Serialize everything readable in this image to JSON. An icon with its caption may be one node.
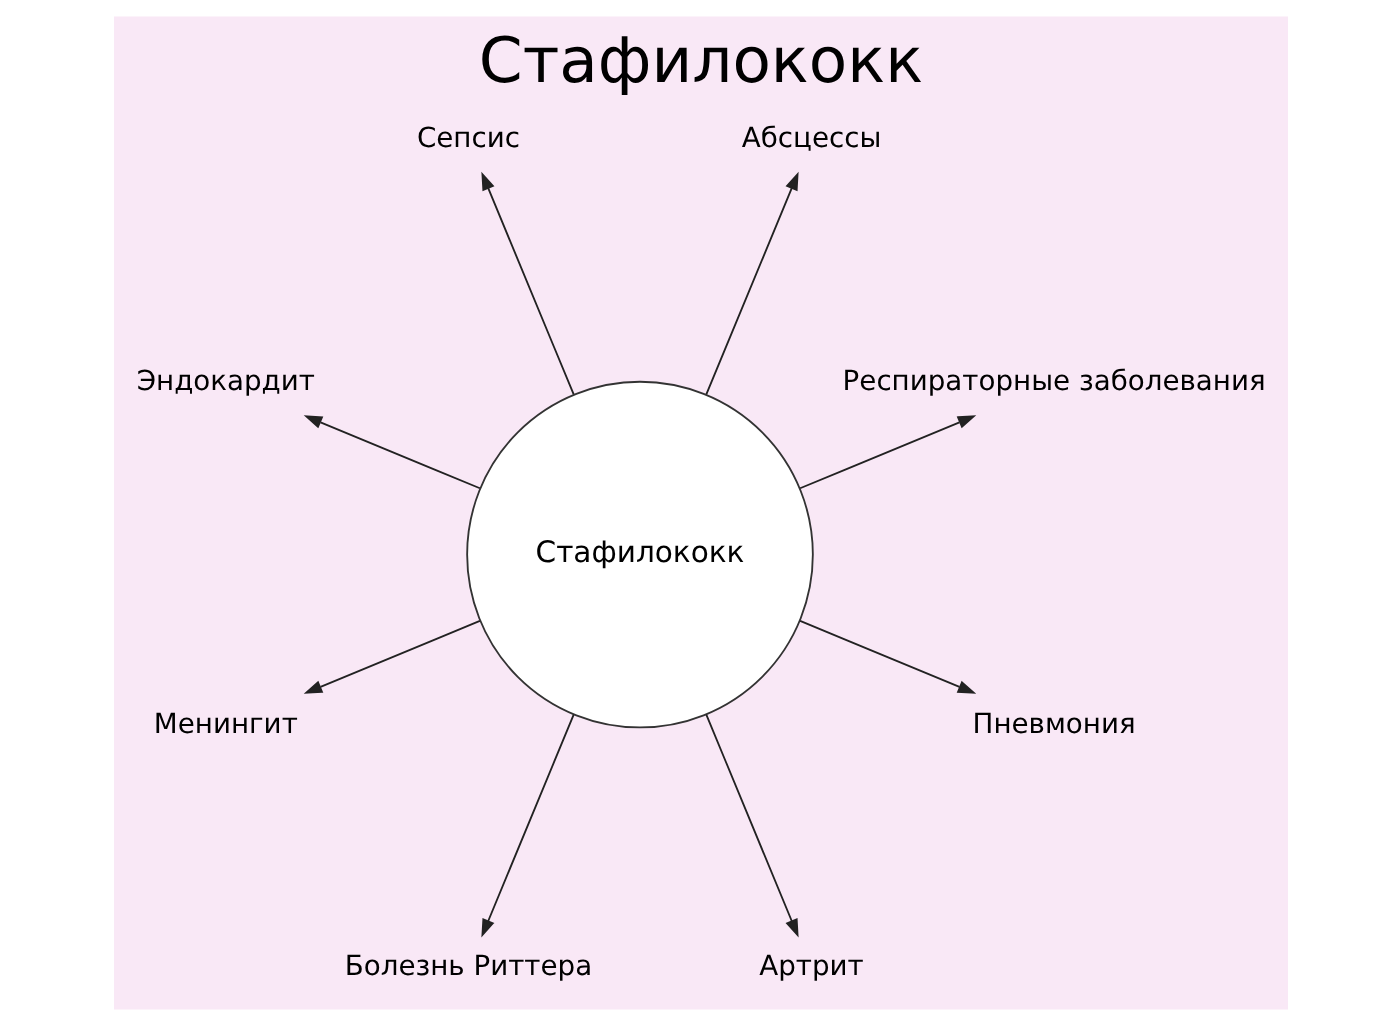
{
  "diagram": {
    "title": "Стафилококк",
    "nodes": [
      {
        "text": [
          "Стафилококк"
        ]
      },
      {
        "text": [
          "Респираторные заболевания"
        ]
      },
      {
        "text": [
          "Абсцессы"
        ]
      },
      {
        "text": [
          "Сепсис"
        ]
      },
      {
        "text": [
          "Эндокардит"
        ]
      },
      {
        "text": [
          "Менингит"
        ]
      },
      {
        "text": [
          "Болезнь Риттера"
        ]
      },
      {
        "text": [
          "Артрит"
        ]
      },
      {
        "text": [
          "Пневмония"
        ]
      }
    ],
    "edges": [
      {
        "from": 0,
        "to": 1,
        "arrow": "to"
      },
      {
        "from": 0,
        "to": 2,
        "arrow": "to"
      },
      {
        "from": 0,
        "to": 3,
        "arrow": "to"
      },
      {
        "from": 0,
        "to": 4,
        "arrow": "to"
      },
      {
        "from": 0,
        "to": 5,
        "arrow": "to"
      },
      {
        "from": 0,
        "to": 6,
        "arrow": "to"
      },
      {
        "from": 0,
        "to": 7,
        "arrow": "to"
      },
      {
        "from": 0,
        "to": 8,
        "arrow": "to"
      }
    ]
  }
}
